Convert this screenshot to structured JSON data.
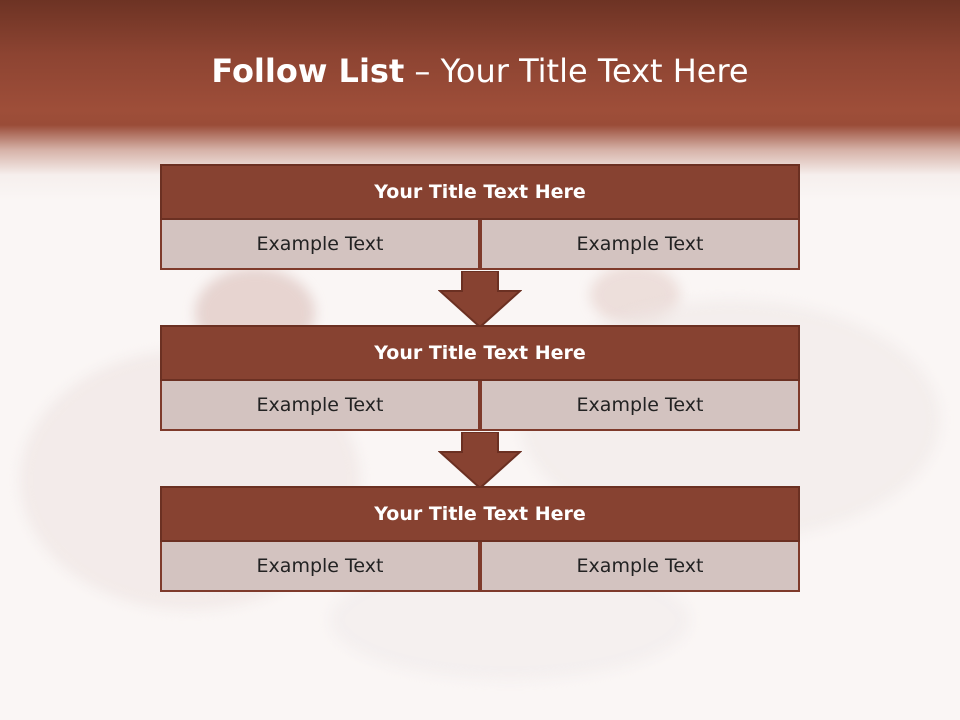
{
  "slide": {
    "title_bold": "Follow List",
    "title_rest": " – Your Title Text Here"
  },
  "steps": [
    {
      "title": "Your Title Text Here",
      "left": "Example Text",
      "right": "Example Text"
    },
    {
      "title": "Your Title Text Here",
      "left": "Example Text",
      "right": "Example Text"
    },
    {
      "title": "Your Title Text Here",
      "left": "Example Text",
      "right": "Example Text"
    }
  ],
  "colors": {
    "header_band": "#9a4c38",
    "step_title_fill": "#874231",
    "step_cell_fill": "#d3c3c0",
    "arrow_fill": "#874231"
  }
}
